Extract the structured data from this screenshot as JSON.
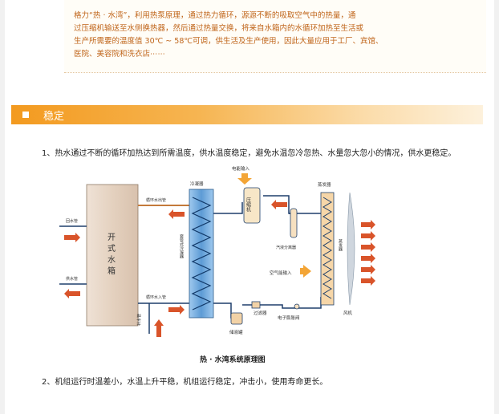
{
  "intro": {
    "line1": "格力“热 · 水湾”，利用热泵原理，通过热力循环，源源不断的吸取空气中的热量，通",
    "line2": "过压缩机输送至水侧换热器，然后通过热量交换，将来自水箱内的水循环加热至生活或",
    "line3": "生产所需要的温度值 30℃ ~ 58℃可调，供生活及生产使用，因此大量应用于工厂、宾馆、",
    "line4": "医院、美容院和洗衣店⋯⋯"
  },
  "section": {
    "title": "稳定"
  },
  "points": {
    "p1": "1、热水通过不断的循环加热达到所需温度，供水温度稳定，避免水温忽冷忽热、水量忽大忽小的情况，供水更稳定。",
    "p2": "2、机组运行时温差小，水温上升平稳，机组运行稳定，冲击小，使用寿命更长。"
  },
  "diagram": {
    "caption": "热 · 水湾系统原理图",
    "tank": [
      "开",
      "式",
      "水",
      "箱"
    ],
    "return_pipe": "回水管",
    "supply_pipe": "供水管",
    "circ_out": "循环水出管",
    "circ_in": "循环水入管",
    "makeup": "补水管",
    "condenser": "冷凝器",
    "sleeve_condenser": "套管式冷凝器",
    "power_in": "电能输入",
    "compressor": "压缩机",
    "evaporator_top": "蒸发器",
    "evaporator_side": "蒸发器",
    "separator": "汽液分离器",
    "air_in": "空气能输入",
    "filter": "过滤器",
    "exp_valve": "电子膨胀阀",
    "receiver": "储液罐",
    "fan": "风机"
  },
  "colors": {
    "accent": "#f39a1f",
    "intro_text": "#c0651a",
    "pipe": "#1e3f6b",
    "arrow": "#d9542a",
    "tank": "#e8d7c8",
    "condenser": "#6fa8dc"
  }
}
